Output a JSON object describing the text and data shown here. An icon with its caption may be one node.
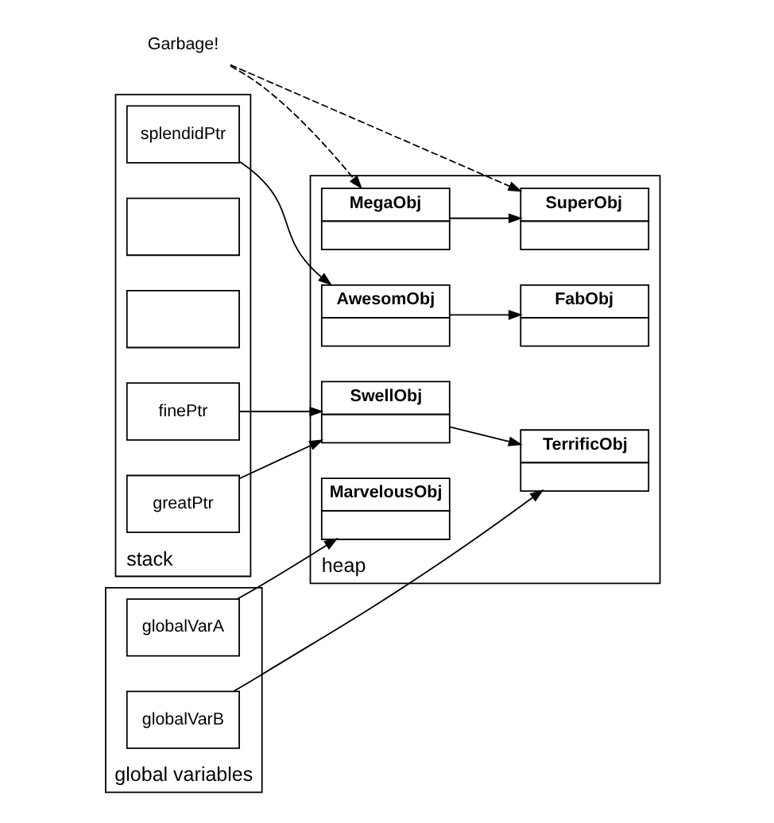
{
  "diagram": {
    "nodes": [
      {
        "text": [
          "Garbage!"
        ]
      },
      {
        "text": [
          "heap"
        ]
      },
      {
        "text": [
          "MegaObj"
        ],
        "in": 1
      },
      {
        "text": [
          "SuperObj"
        ],
        "in": 1
      },
      {
        "text": [
          "FabObj"
        ],
        "in": 1
      },
      {
        "text": [
          "AwesomObj"
        ],
        "in": 1
      },
      {
        "text": [
          "SwellObj"
        ],
        "in": 1
      },
      {
        "text": [
          "TerrificObj"
        ],
        "in": 1
      },
      {
        "text": [
          "MarvelousObj"
        ],
        "in": 1
      },
      {
        "text": [
          "stack"
        ]
      },
      {
        "text": [
          "splendidPtr"
        ],
        "in": 9
      },
      {
        "text": [],
        "shape": "box",
        "in": 9
      },
      {
        "text": [],
        "shape": "box",
        "in": 9
      },
      {
        "text": [
          "finePtr"
        ],
        "in": 9
      },
      {
        "text": [
          "greatPtr"
        ],
        "in": 9
      },
      {
        "text": [
          "global variables"
        ]
      },
      {
        "text": [
          "globalVarA"
        ],
        "in": 15
      },
      {
        "text": [
          "globalVarB"
        ],
        "in": 15
      }
    ],
    "edges": [
      {
        "from": 0,
        "to": 3,
        "arrow": "to",
        "style": "dashed"
      },
      {
        "from": 0,
        "to": 2,
        "arrow": "to",
        "style": "dashed"
      },
      {
        "from": 2,
        "to": 3,
        "arrow": "to"
      },
      {
        "from": 5,
        "to": 4,
        "arrow": "to"
      },
      {
        "from": 10,
        "to": 5,
        "arrow": "to"
      },
      {
        "from": 6,
        "to": 7,
        "arrow": "to"
      },
      {
        "from": 13,
        "to": 6,
        "arrow": "to"
      },
      {
        "from": 14,
        "to": 6,
        "arrow": "to"
      },
      {
        "from": 16,
        "to": 8,
        "arrow": "to"
      },
      {
        "from": 17,
        "to": 7,
        "arrow": "to"
      }
    ]
  }
}
